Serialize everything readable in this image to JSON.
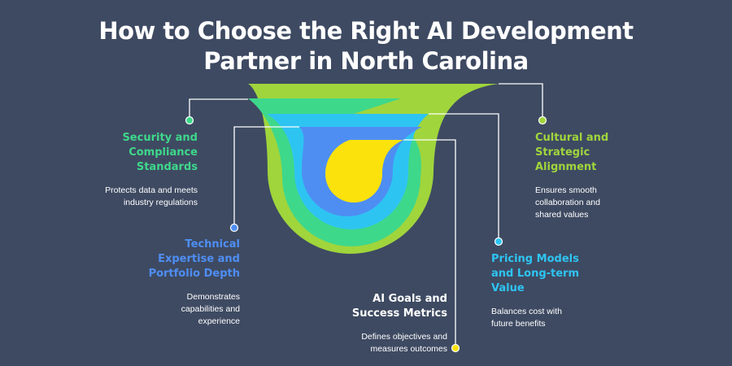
{
  "title": {
    "line1": "How to Choose the Right AI Development",
    "line2": "Partner in North Carolina"
  },
  "colors": {
    "background": "#3e4a62",
    "lime": "#a0d53c",
    "green": "#3ed88b",
    "cyan": "#2ec4f2",
    "blue": "#4e8ef3",
    "yellow": "#fbe20c"
  },
  "items": [
    {
      "id": "security",
      "title_lines": [
        "Security and",
        "Compliance",
        "Standards"
      ],
      "desc_lines": [
        "Protects data and meets",
        "industry regulations"
      ],
      "color": "#3ed88b"
    },
    {
      "id": "technical",
      "title_lines": [
        "Technical",
        "Expertise and",
        "Portfolio Depth"
      ],
      "desc_lines": [
        "Demonstrates",
        "capabilities and",
        "experience"
      ],
      "color": "#4e8ef3"
    },
    {
      "id": "goals",
      "title_lines": [
        "AI Goals and",
        "Success Metrics"
      ],
      "desc_lines": [
        "Defines objectives and",
        "measures outcomes"
      ],
      "color": "#ffffff"
    },
    {
      "id": "pricing",
      "title_lines": [
        "Pricing Models",
        "and Long-term",
        "Value"
      ],
      "desc_lines": [
        "Balances cost with",
        "future benefits"
      ],
      "color": "#2ec4f2"
    },
    {
      "id": "cultural",
      "title_lines": [
        "Cultural and",
        "Strategic",
        "Alignment"
      ],
      "desc_lines": [
        "Ensures smooth",
        "collaboration and",
        "shared values"
      ],
      "color": "#a0d53c"
    }
  ]
}
